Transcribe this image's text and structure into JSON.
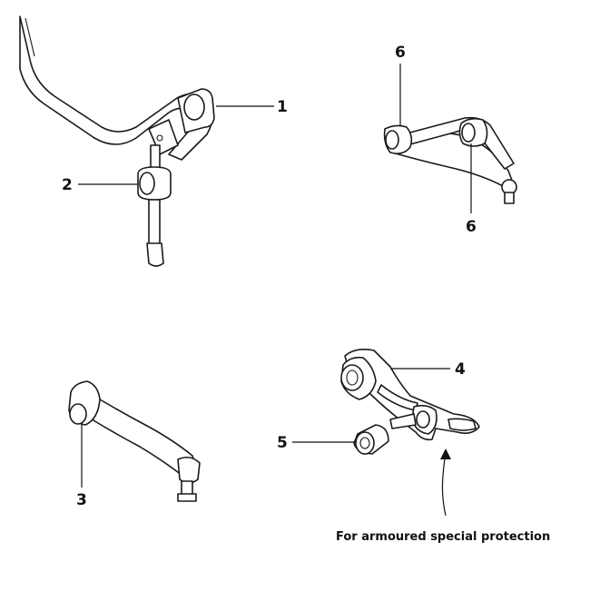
{
  "callouts": {
    "c1": "1",
    "c2": "2",
    "c3": "3",
    "c4": "4",
    "c5": "5",
    "c6a": "6",
    "c6b": "6"
  },
  "note": "For armoured special protection"
}
